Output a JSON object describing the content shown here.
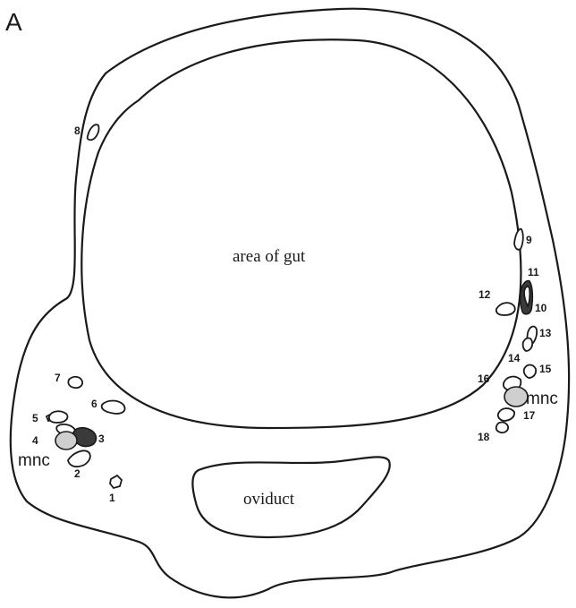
{
  "figure": {
    "panel_label": "A",
    "gut_label": "area of gut",
    "oviduct_label": "oviduct",
    "mnc_labels": [
      "mnc",
      "mnc"
    ],
    "cell_numbers": [
      "1",
      "2",
      "3",
      "4",
      "5",
      "6",
      "7",
      "8",
      "9",
      "10",
      "11",
      "12",
      "13",
      "14",
      "15",
      "16",
      "17",
      "18"
    ]
  },
  "colors": {
    "outline": "#1a1a1a",
    "dark_cell": "#3a3a3a",
    "light_cell": "#cfcfcf",
    "background": "#ffffff"
  }
}
